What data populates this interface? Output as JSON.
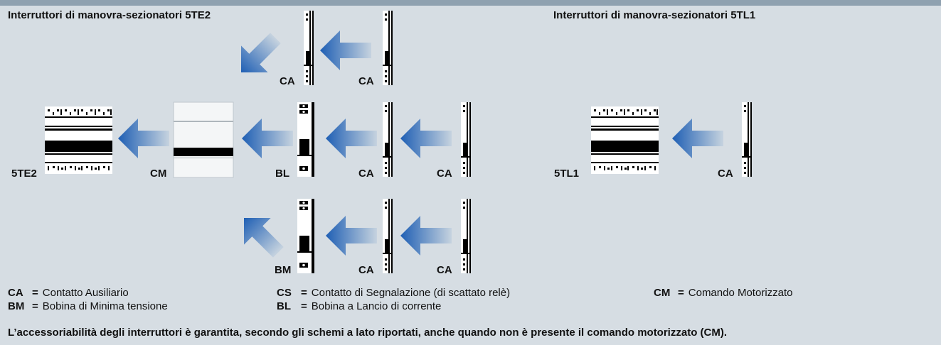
{
  "titles": {
    "left": "Interruttori di manovra-sezionatori 5TE2",
    "right": "Interruttori di manovra-sezionatori 5TL1"
  },
  "device_labels": {
    "top_ca_1": "CA",
    "top_ca_2": "CA",
    "main_5te2": "5TE2",
    "main_cm": "CM",
    "main_bl": "BL",
    "main_ca_1": "CA",
    "main_ca_2": "CA",
    "bottom_bm": "BM",
    "bottom_ca_1": "CA",
    "bottom_ca_2": "CA",
    "right_5tl1": "5TL1",
    "right_ca": "CA"
  },
  "legend": [
    {
      "code": "CA",
      "eq": "=",
      "desc": "Contatto Ausiliario"
    },
    {
      "code": "BM",
      "eq": "=",
      "desc": "Bobina di Minima tensione"
    },
    {
      "code": "CS",
      "eq": "=",
      "desc": "Contatto di Segnalazione (di scattato relè)"
    },
    {
      "code": "BL",
      "eq": "=",
      "desc": "Bobina a Lancio di corrente"
    },
    {
      "code": "CM",
      "eq": "=",
      "desc": "Comando Motorizzato"
    }
  ],
  "note": "L’accessoriabilità degli interruttori è garantita, secondo gli schemi a lato riportati, anche quando non è presente il comando motorizzato (CM).",
  "colors": {
    "background": "#d6dde3",
    "top_bar": "#8fa1b0",
    "arrow_dark": "#1f5fb4",
    "arrow_light": "#c6d3df"
  }
}
